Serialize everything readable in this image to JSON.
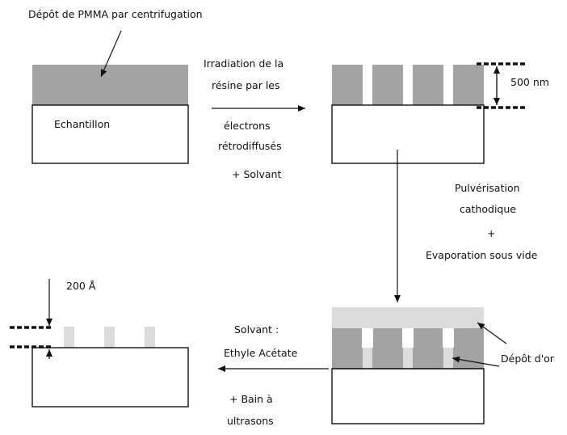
{
  "labels": {
    "top_caption": "Dépôt de PMMA par centrifugation",
    "sample": "Echantillon",
    "step1_line1": "Irradiation de la",
    "step1_line2": "résine par les",
    "step1_line3": "électrons",
    "step1_line4": "rétrodiffusés",
    "step1_line5": "+ Solvant",
    "thickness_resist": "500 nm",
    "step2_line1": "Pulvérisation",
    "step2_line2": "cathodique",
    "step2_line3": "+",
    "step2_line4": "Evaporation sous vide",
    "gold_label": "Dépôt d'or",
    "step3_line1": "Solvant :",
    "step3_line2": "Ethyle Acétate",
    "step3_line3": "+ Bain à",
    "step3_line4": "ultrasons",
    "thickness_gold": "200 Å"
  },
  "colors": {
    "resist": "#a3a3a3",
    "gold": "#dcdcdc",
    "substrate": "#ffffff",
    "line": "#111111"
  }
}
